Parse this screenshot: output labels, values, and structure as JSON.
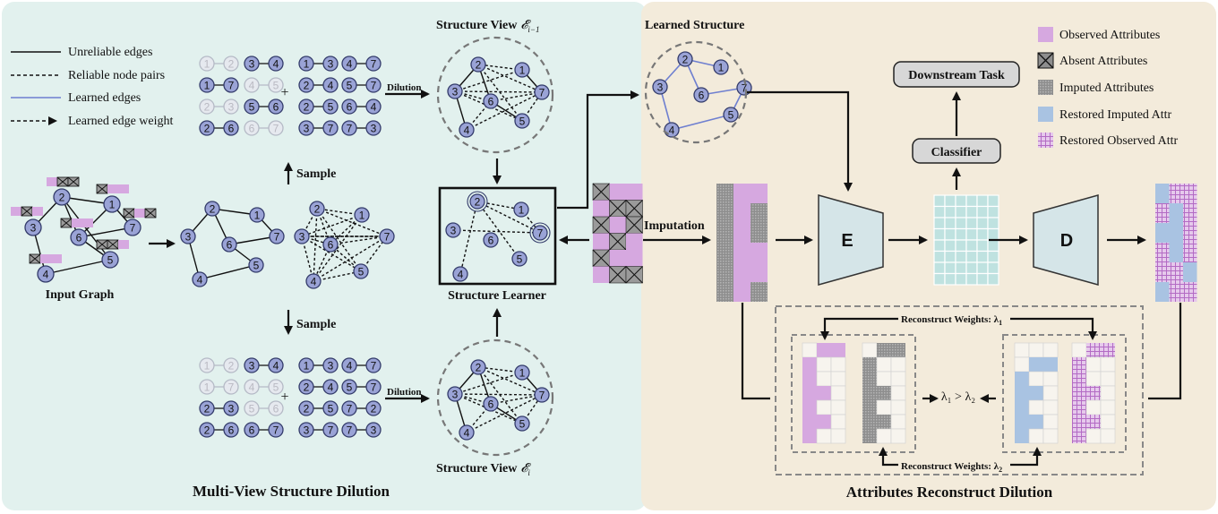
{
  "colors": {
    "left_bg": "#e2f1ee",
    "right_bg": "#f3ebdb",
    "node_fill": "#9aa3d6",
    "node_stroke": "#333b6a",
    "observed": "#d6a8e0",
    "imputed": "#9a9a9a",
    "restored_imputed": "#a9c3e2",
    "embedding": "#bfe2e0",
    "encoder": "#d5e5e8",
    "learned_edge": "#6e7fd0"
  },
  "legend_left": {
    "unreliable": "Unreliable edges",
    "reliable": "Reliable node pairs",
    "learned": "Learned edges",
    "weight": "Learned edge weight"
  },
  "legend_right": {
    "observed": "Observed Attributes",
    "absent": "Absent Attributes",
    "imputed": "Imputed Attributes",
    "restored_imputed": "Restored Imputed Attr",
    "restored_observed": "Restored Observed Attr"
  },
  "labels": {
    "input_graph": "Input Graph",
    "sample_top": "Sample",
    "sample_bottom": "Sample",
    "dilution_top": "Dilution",
    "dilution_bottom": "Dilution",
    "structure_view_top": "Structure View",
    "structure_view_top_sym": "𝓔",
    "structure_view_top_sub": "i−1",
    "structure_view_bottom": "Structure View",
    "structure_view_bottom_sym": "𝓔",
    "structure_view_bottom_sub": "i",
    "structure_learner": "Structure Learner",
    "learned_structure": "Learned Structure",
    "imputation": "Imputation",
    "encoder": "E",
    "decoder": "D",
    "classifier": "Classifier",
    "downstream": "Downstream Task",
    "reconstruct_w1": "Reconstruct Weights: λ",
    "reconstruct_w1_sub": "1",
    "reconstruct_w2": "Reconstruct Weights: λ",
    "reconstruct_w2_sub": "2",
    "lambda_cmp": "λ₁ > λ₂",
    "left_title": "Multi-View Structure Dilution",
    "right_title": "Attributes Reconstruct Dilution",
    "plus_top": "+",
    "plus_bottom": "+"
  },
  "node_labels": [
    "1",
    "2",
    "3",
    "4",
    "5",
    "6",
    "7"
  ],
  "pairs_top": {
    "col1": [
      [
        "1",
        "2"
      ],
      [
        "1",
        "7"
      ],
      [
        "2",
        "3"
      ],
      [
        "2",
        "6"
      ]
    ],
    "col2": [
      [
        "3",
        "4"
      ],
      [
        "4",
        "5"
      ],
      [
        "5",
        "6"
      ],
      [
        "6",
        "7"
      ]
    ],
    "col3": [
      [
        "1",
        "3"
      ],
      [
        "2",
        "4"
      ],
      [
        "2",
        "5"
      ],
      [
        "3",
        "7"
      ]
    ],
    "col4": [
      [
        "4",
        "7"
      ],
      [
        "5",
        "7"
      ],
      [
        "6",
        "4"
      ],
      [
        "7",
        "3"
      ]
    ]
  },
  "pairs_bottom": {
    "col1": [
      [
        "1",
        "2"
      ],
      [
        "1",
        "7"
      ],
      [
        "2",
        "3"
      ],
      [
        "2",
        "6"
      ]
    ],
    "col2": [
      [
        "3",
        "4"
      ],
      [
        "4",
        "5"
      ],
      [
        "5",
        "6"
      ],
      [
        "6",
        "7"
      ]
    ],
    "col3": [
      [
        "1",
        "3"
      ],
      [
        "2",
        "4"
      ],
      [
        "2",
        "5"
      ],
      [
        "3",
        "7"
      ]
    ],
    "col4": [
      [
        "4",
        "7"
      ],
      [
        "5",
        "7"
      ],
      [
        "7",
        "2"
      ],
      [
        "7",
        "3"
      ]
    ]
  }
}
